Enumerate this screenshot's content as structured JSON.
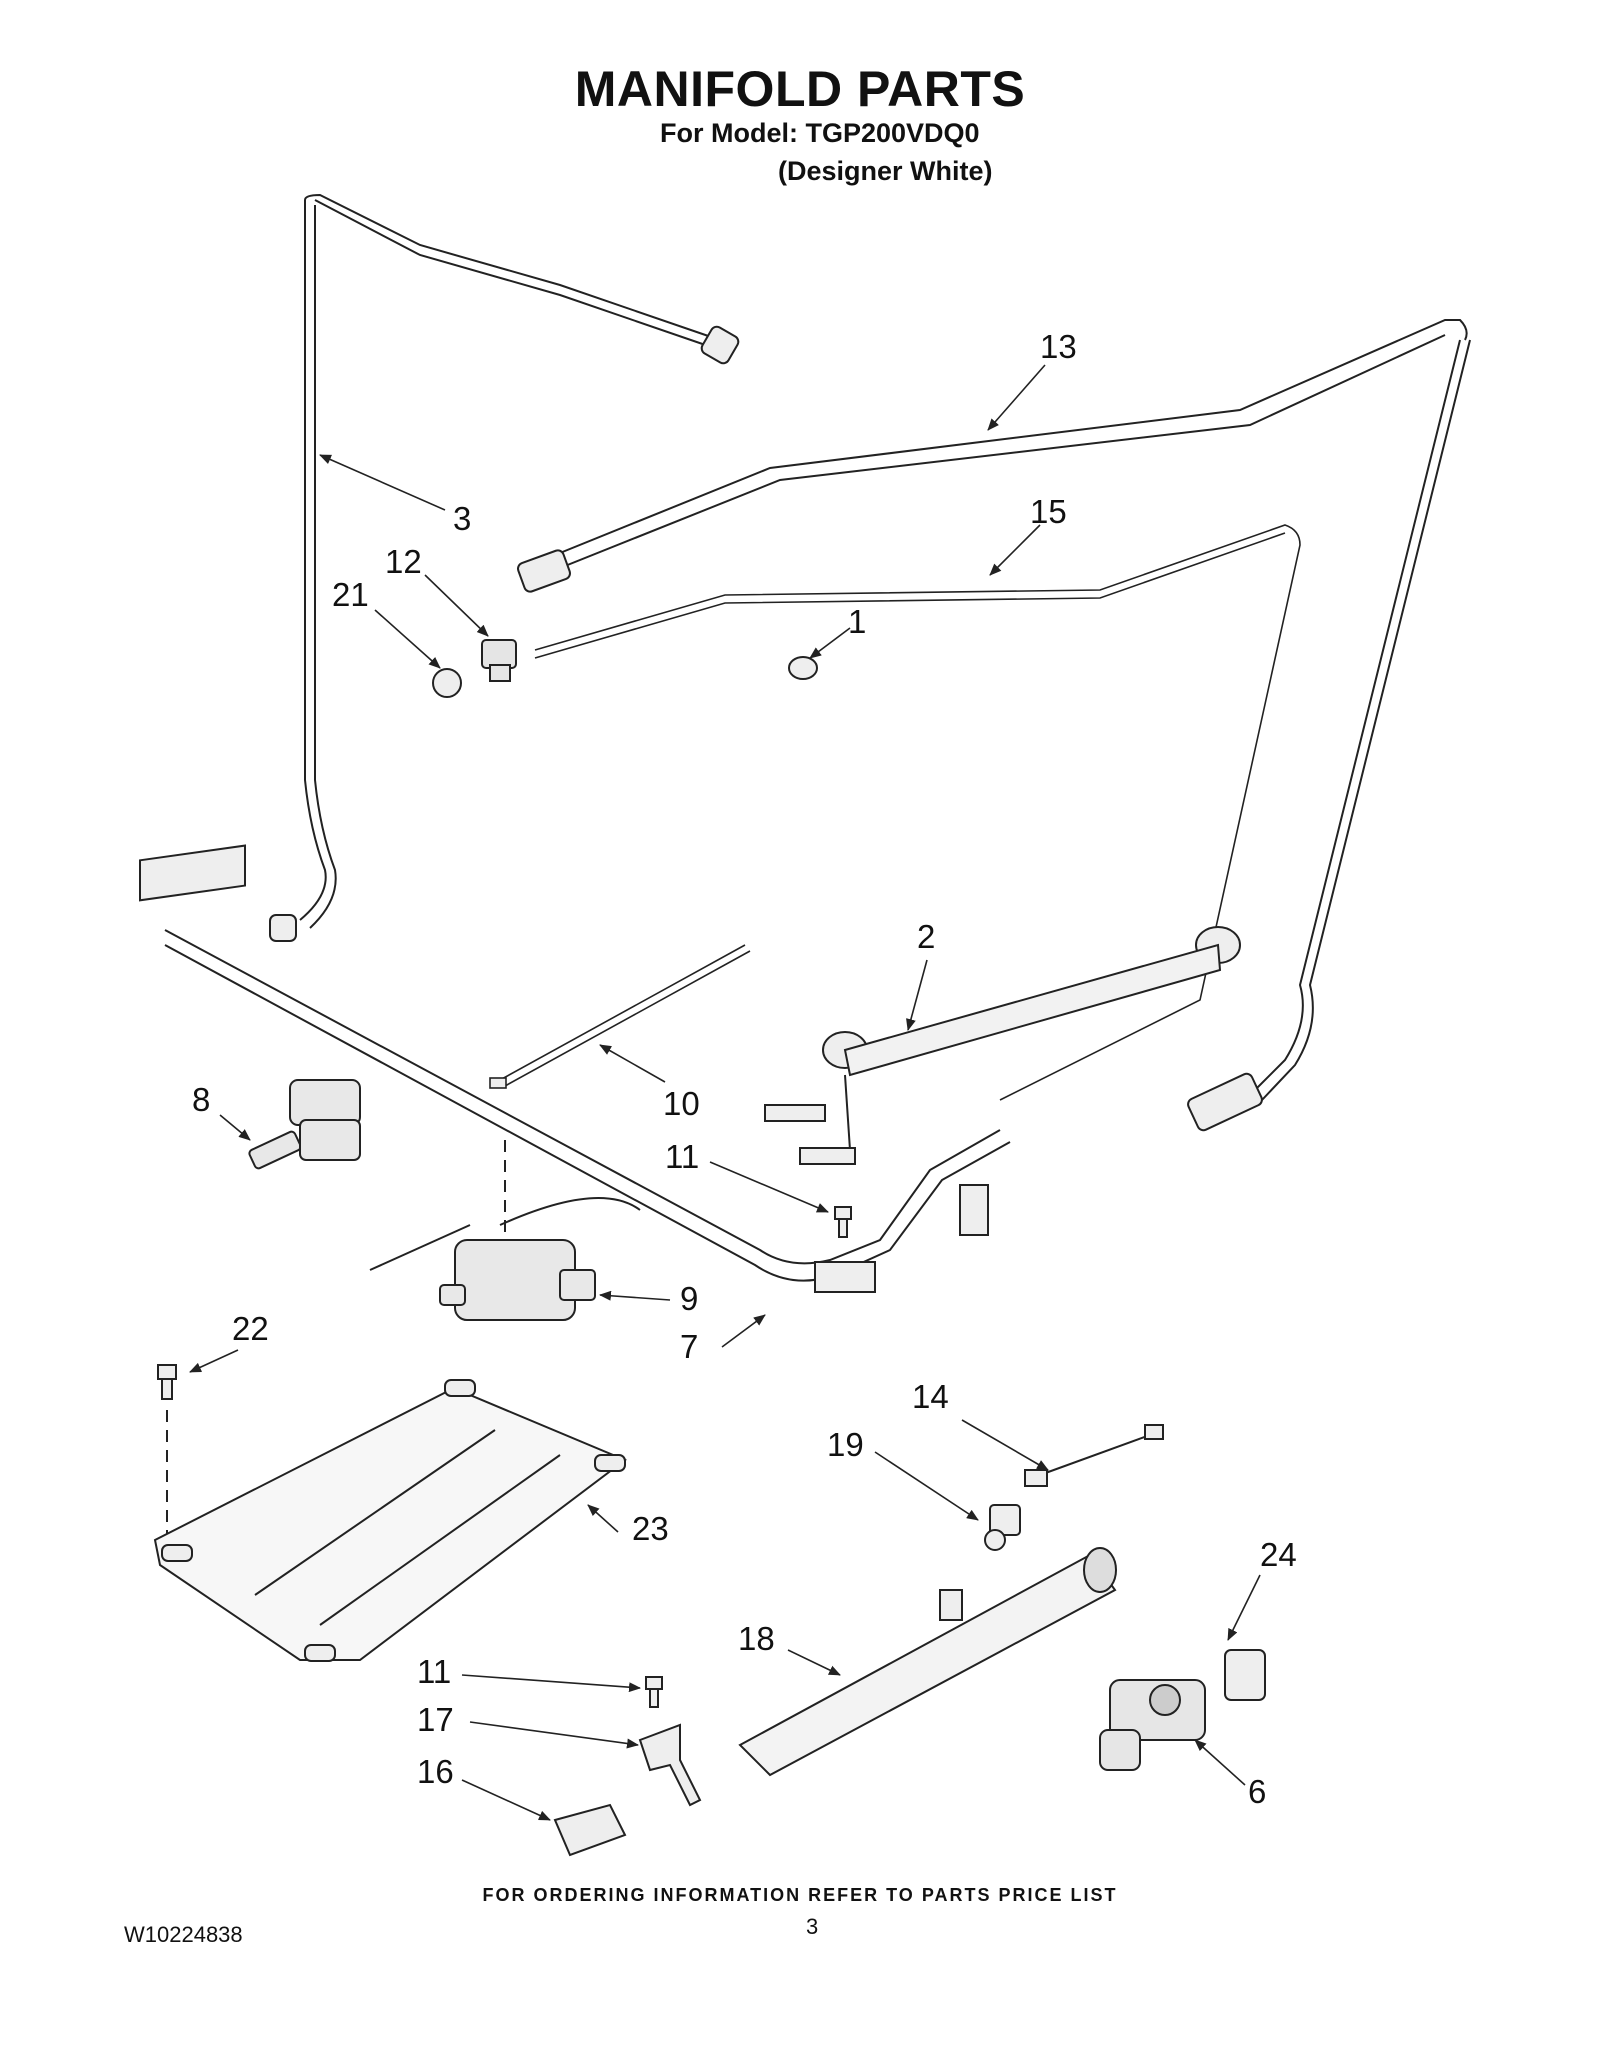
{
  "header": {
    "title": "MANIFOLD PARTS",
    "model_line": "For Model: TGP200VDQ0",
    "color_line": "(Designer White)"
  },
  "callouts": [
    {
      "id": "c13",
      "label": "13"
    },
    {
      "id": "c3",
      "label": "3"
    },
    {
      "id": "c15",
      "label": "15"
    },
    {
      "id": "c12",
      "label": "12"
    },
    {
      "id": "c21",
      "label": "21"
    },
    {
      "id": "c1",
      "label": "1"
    },
    {
      "id": "c2",
      "label": "2"
    },
    {
      "id": "c10",
      "label": "10"
    },
    {
      "id": "c8",
      "label": "8"
    },
    {
      "id": "c11a",
      "label": "11"
    },
    {
      "id": "c9",
      "label": "9"
    },
    {
      "id": "c7",
      "label": "7"
    },
    {
      "id": "c22",
      "label": "22"
    },
    {
      "id": "c14",
      "label": "14"
    },
    {
      "id": "c19",
      "label": "19"
    },
    {
      "id": "c23",
      "label": "23"
    },
    {
      "id": "c24",
      "label": "24"
    },
    {
      "id": "c18",
      "label": "18"
    },
    {
      "id": "c11b",
      "label": "11"
    },
    {
      "id": "c17",
      "label": "17"
    },
    {
      "id": "c16",
      "label": "16"
    },
    {
      "id": "c6",
      "label": "6"
    }
  ],
  "footer": {
    "ordering_note": "FOR ORDERING INFORMATION REFER TO PARTS PRICE LIST",
    "document_number": "W10224838",
    "page_number": "3"
  },
  "colors": {
    "line": "#222222",
    "part_fill": "#eeeeee",
    "part_shade": "#cccccc"
  }
}
